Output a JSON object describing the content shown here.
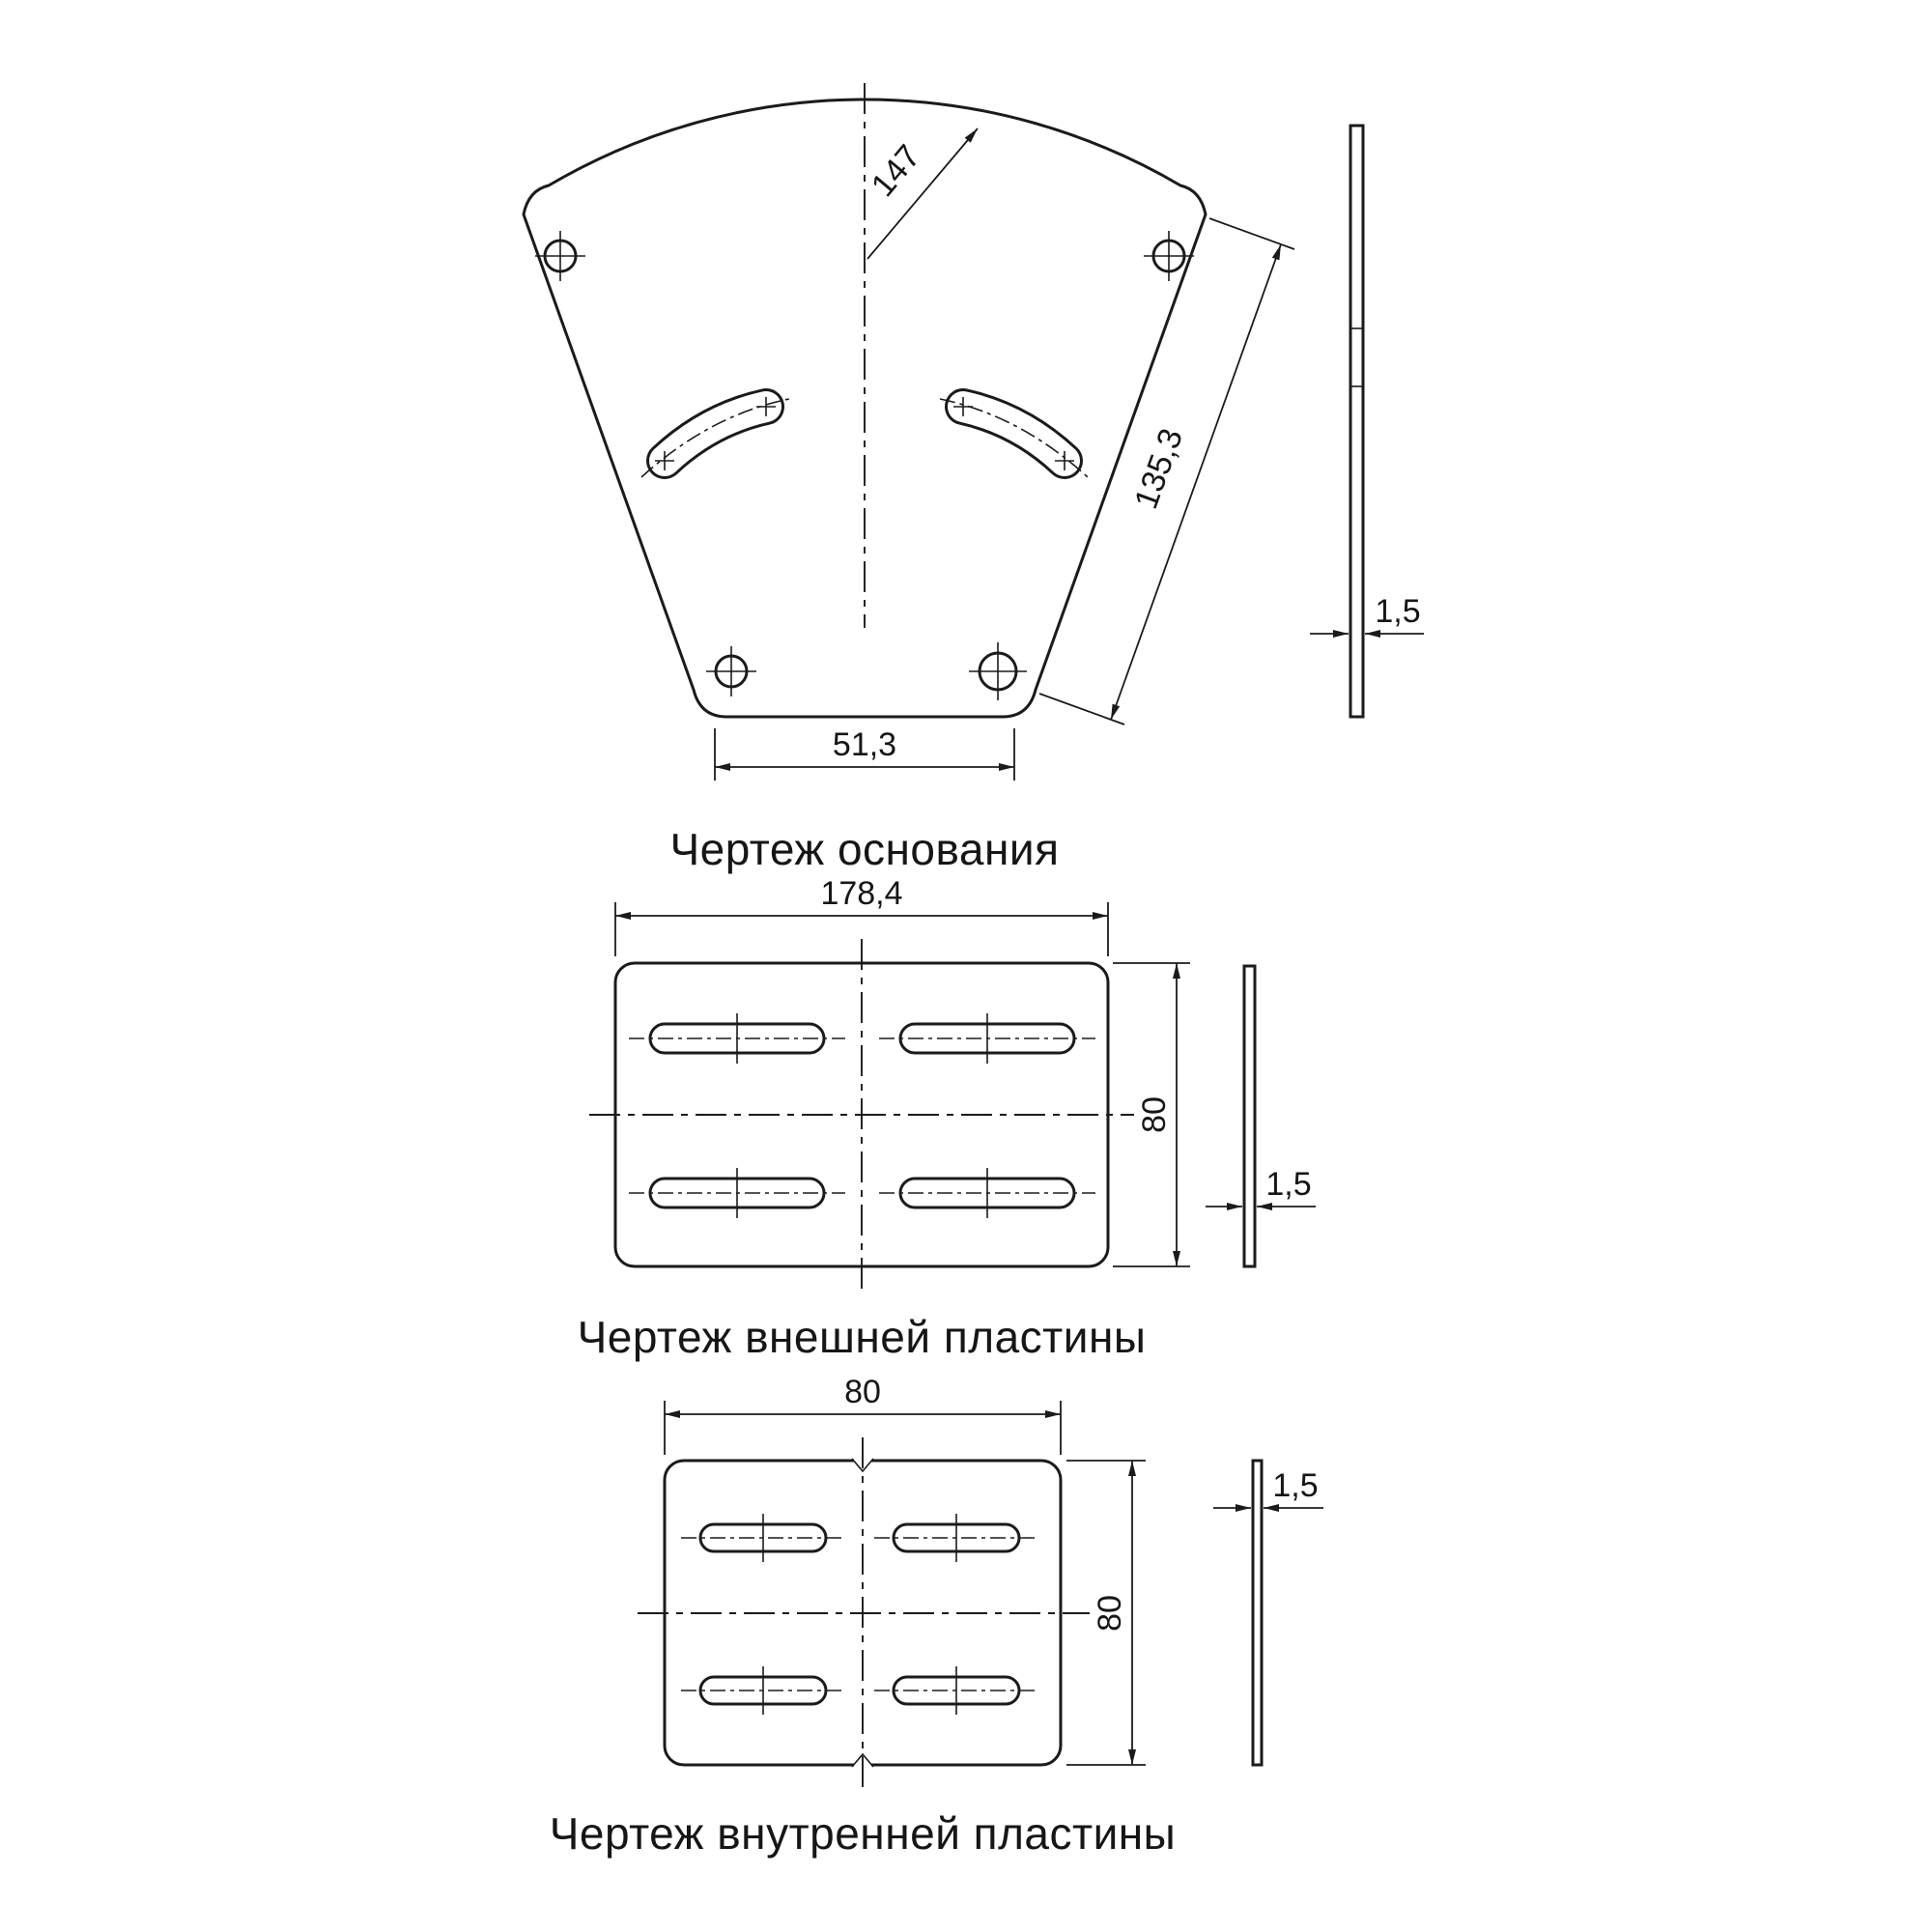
{
  "page": {
    "background": "#ffffff",
    "line_color": "#1b1b1b"
  },
  "drawings": {
    "base": {
      "title": "Чертеж основания",
      "dim_radius": "147",
      "dim_side_length": "135,3",
      "dim_bottom_width": "51,3",
      "dim_thickness": "1,5"
    },
    "outer_plate": {
      "title": "Чертеж внешней пластины",
      "dim_width": "178,4",
      "dim_height": "80",
      "dim_thickness": "1,5"
    },
    "inner_plate": {
      "title": "Чертеж внутренней пластины",
      "dim_width": "80",
      "dim_height": "80",
      "dim_thickness": "1,5"
    }
  }
}
